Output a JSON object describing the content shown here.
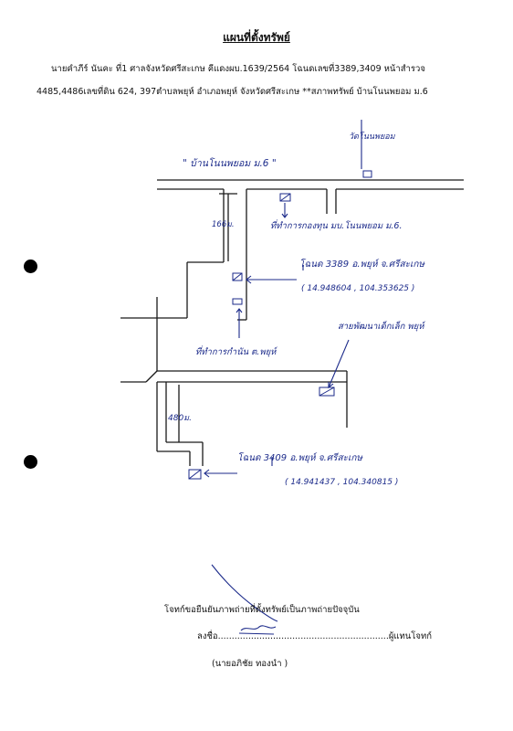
{
  "document": {
    "title": "แผนที่ตั้งทรัพย์",
    "line1": "นายคำภีร์ นันคะ ที่1 ศาลจังหวัดศรีสะเกษ คีแดงผบ.1639/2564 โฉนดเลขที่3389,3409 หน้าสำรวจ",
    "line2": "4485,4486เลขที่ดิน 624, 397ตำบลพยุห์ อำเภอพยุห์ จังหวัดศรีสะเกษ **สภาพทรัพย์  บ้านโนนพยอม ม.6"
  },
  "map": {
    "village_label": "\" บ้านโนนพยอม ม.6 \"",
    "junction_label": "วัดโนนพยอม",
    "office_label": "ที่ทำการกองทุน มบ.โนนพยอม ม.6.",
    "distance_1": "166ม.",
    "plot1_label": "โฉนด 3389 อ.พยุห์ จ.ศรีสะเกษ",
    "plot1_coords": "( 14.948604 , 104.353625 )",
    "district_label": "ที่ทำการกำนัน ต.พยุห์",
    "school_label": "สายพัฒนาเด็กเล็ก พยุห์",
    "distance_2": "480ม.",
    "plot2_label": "โฉนด 3409 อ.พยุห์ จ.ศรีสะเกษ",
    "plot2_coords": "( 14.941437 , 104.340815 )"
  },
  "footer": {
    "certify": "โจทก์ขอยืนยันภาพถ่ายที่ตั้งทรัพย์เป็นภาพถ่ายปัจจุบัน",
    "sign_line": "ลงชื่อ..............................................................ผู้แทนโจทก์",
    "name": "(นายอภิชัย  ทองนำ )"
  }
}
